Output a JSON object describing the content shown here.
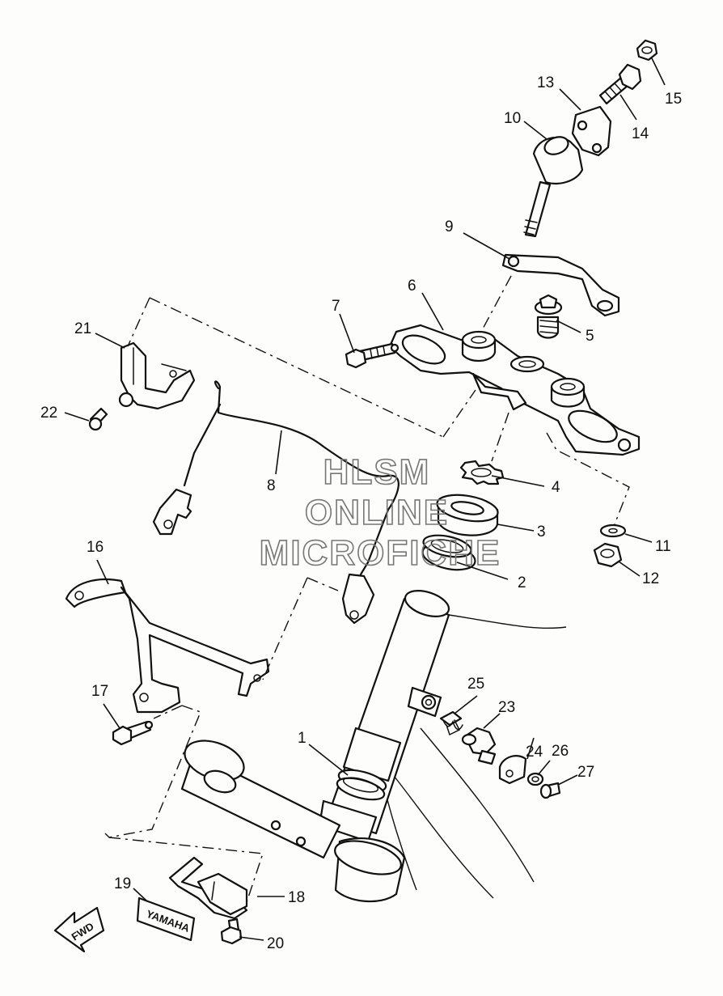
{
  "watermark": {
    "line1": "HLSM",
    "line2": "ONLINE",
    "line3": "MICROFICHE"
  },
  "labels": {
    "yamaha_sticker": "YAMAHA",
    "fwd_arrow": "FWD"
  },
  "callouts": [
    {
      "id": "c1",
      "text": "1"
    },
    {
      "id": "c2",
      "text": "2"
    },
    {
      "id": "c3",
      "text": "3"
    },
    {
      "id": "c4",
      "text": "4"
    },
    {
      "id": "c5",
      "text": "5"
    },
    {
      "id": "c6",
      "text": "6"
    },
    {
      "id": "c7",
      "text": "7"
    },
    {
      "id": "c8",
      "text": "8"
    },
    {
      "id": "c9",
      "text": "9"
    },
    {
      "id": "c10",
      "text": "10"
    },
    {
      "id": "c11",
      "text": "11"
    },
    {
      "id": "c12",
      "text": "12"
    },
    {
      "id": "c13",
      "text": "13"
    },
    {
      "id": "c14",
      "text": "14"
    },
    {
      "id": "c15",
      "text": "15"
    },
    {
      "id": "c16",
      "text": "16"
    },
    {
      "id": "c17",
      "text": "17"
    },
    {
      "id": "c18",
      "text": "18"
    },
    {
      "id": "c19",
      "text": "19"
    },
    {
      "id": "c20",
      "text": "20"
    },
    {
      "id": "c21",
      "text": "21"
    },
    {
      "id": "c22",
      "text": "22"
    },
    {
      "id": "c23",
      "text": "23"
    },
    {
      "id": "c24",
      "text": "24"
    },
    {
      "id": "c25",
      "text": "25"
    },
    {
      "id": "c26",
      "text": "26"
    },
    {
      "id": "c27",
      "text": "27"
    }
  ]
}
